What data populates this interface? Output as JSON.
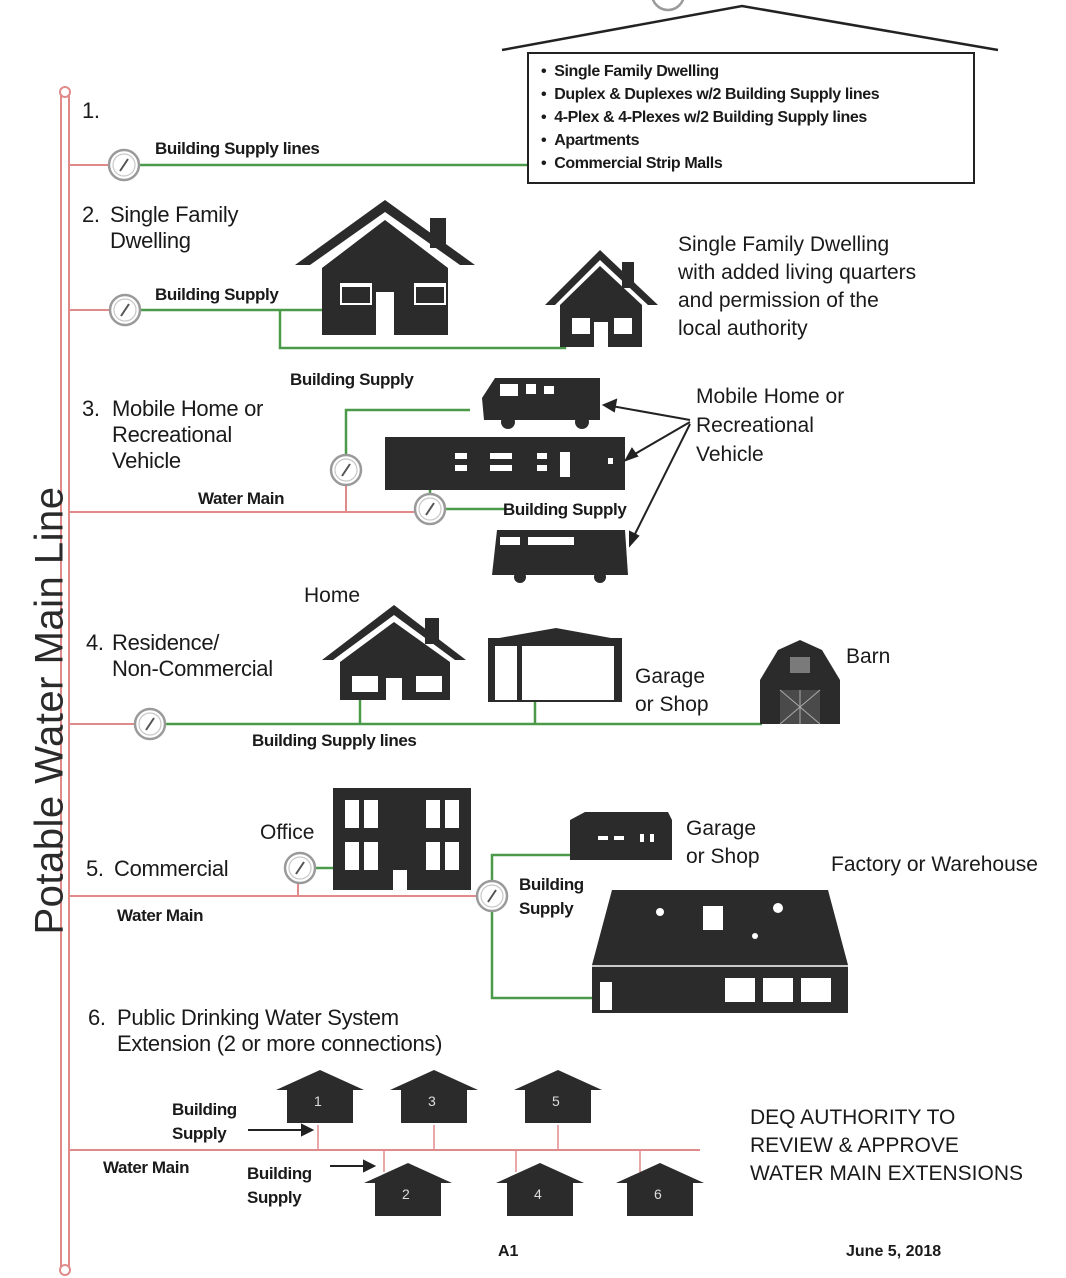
{
  "main_line_label": "Potable Water Main Line",
  "categories": [
    {
      "number": "1.",
      "title": ""
    },
    {
      "number": "2.",
      "title": "Single Family\nDwelling"
    },
    {
      "number": "3.",
      "title": "Mobile Home  or\nRecreational\nVehicle"
    },
    {
      "number": "4.",
      "title": "Residence/\nNon-Commercial"
    },
    {
      "number": "5.",
      "title": "Commercial"
    },
    {
      "number": "6.",
      "title": "Public Drinking Water System\nExtension (2 or more connections)"
    }
  ],
  "building_types": [
    "Single Family Dwelling",
    "Duplex & Duplexes w/2 Building Supply lines",
    "4-Plex & 4-Plexes w/2 Building Supply lines",
    "Apartments",
    "Commercial Strip Malls"
  ],
  "labels": {
    "building_supply_lines": "Building Supply lines",
    "building_supply": "Building Supply",
    "building_supply_stacked": "Building\nSupply",
    "water_main": "Water Main",
    "added_quarters": "Single Family Dwelling\nwith added living quarters\nand permission of the\nlocal authority",
    "mobile_rv": "Mobile Home or\nRecreational\nVehicle",
    "home": "Home",
    "garage_shop": "Garage\nor Shop",
    "barn": "Barn",
    "office": "Office",
    "factory": "Factory or Warehouse"
  },
  "lot_numbers": [
    "1",
    "2",
    "3",
    "4",
    "5",
    "6"
  ],
  "deq_note": "DEQ AUTHORITY TO\nREVIEW & APPROVE\nWATER MAIN EXTENSIONS",
  "footer": {
    "page": "A1",
    "date": "June 5, 2018"
  },
  "colors": {
    "water_main": "#e08a8a",
    "building_supply": "#4a9a4a",
    "structure": "#2b2b2b"
  }
}
